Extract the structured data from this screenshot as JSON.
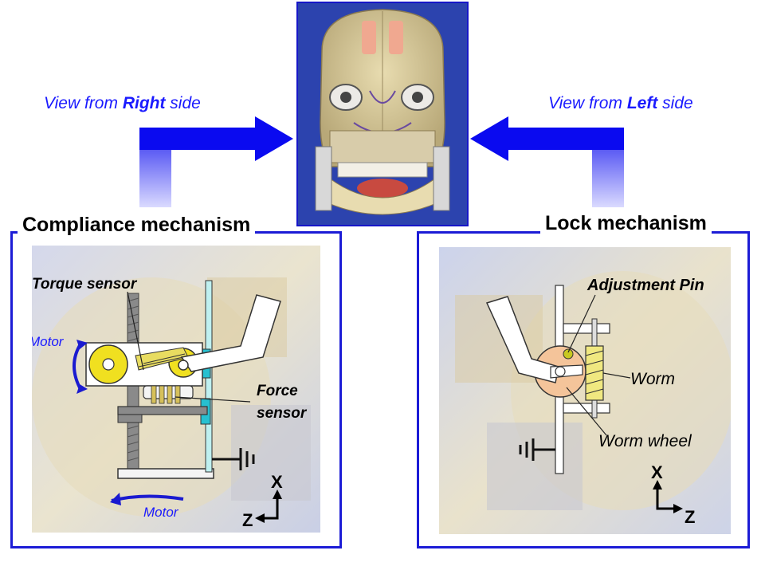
{
  "top": {
    "view_right": {
      "prefix": "View from ",
      "bold": "Right",
      "suffix": " side"
    },
    "view_left": {
      "prefix": "View from ",
      "bold": "Left",
      "suffix": " side"
    }
  },
  "left_panel": {
    "title": "Compliance mechanism",
    "labels": {
      "torque_sensor": "Torque sensor",
      "motor_top": "Motor",
      "force_sensor_line1": "Force",
      "force_sensor_line2": "sensor",
      "motor_bottom": "Motor",
      "axis_x": "X",
      "axis_z": "Z"
    }
  },
  "right_panel": {
    "title": "Lock mechanism",
    "labels": {
      "adjustment_pin": "Adjustment Pin",
      "worm": "Worm",
      "worm_wheel": "Worm wheel",
      "axis_x": "X",
      "axis_z": "Z"
    }
  },
  "colors": {
    "frame_blue": "#1c1cd6",
    "arrow_blue": "#0a0af0",
    "label_blue": "#1a1aff",
    "photo_bg": "#2a3fa8"
  }
}
